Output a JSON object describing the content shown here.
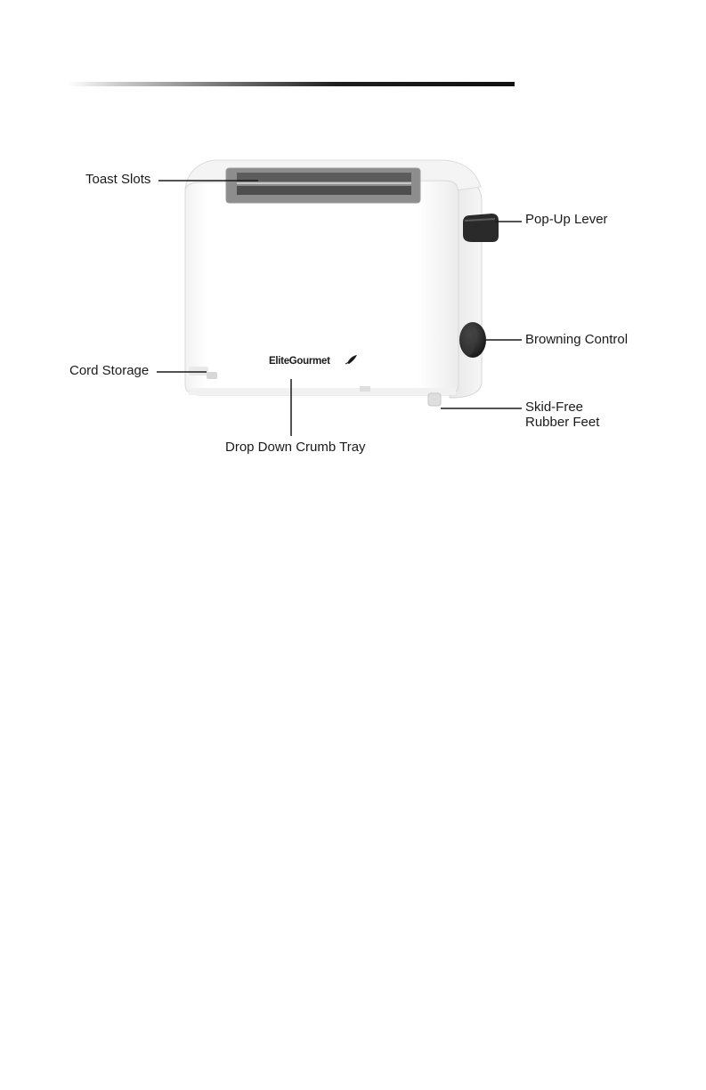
{
  "callouts": {
    "toast_slots": "Toast Slots",
    "popup_lever": "Pop-Up Lever",
    "browning_control": "Browning Control",
    "cord_storage": "Cord Storage",
    "skid_free_line1": "Skid-Free",
    "skid_free_line2": "Rubber Feet",
    "crumb_tray": "Drop Down Crumb Tray"
  },
  "brand": {
    "logo_text": "EliteGourmet"
  },
  "colors": {
    "toaster_body": "#ffffff",
    "knob": "#2a2a2a",
    "lever": "#2a2a2a",
    "leader_line": "#1a1a1a"
  }
}
